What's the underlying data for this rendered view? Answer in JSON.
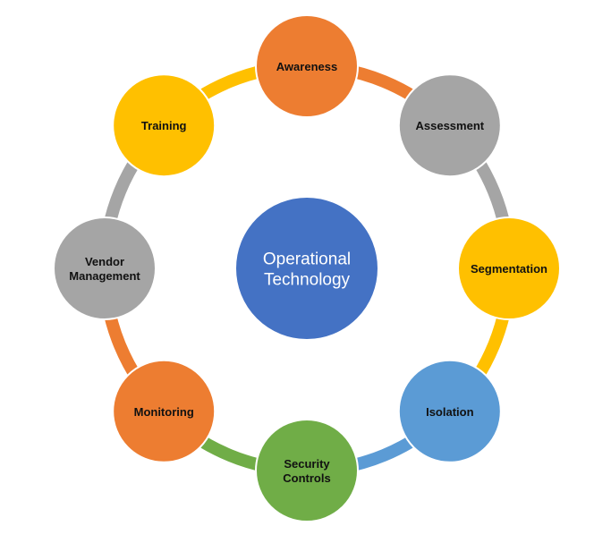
{
  "colors": {
    "orange": "#ED7D31",
    "gray": "#A5A5A5",
    "gold": "#FFC000",
    "blue": "#5B9BD5",
    "green": "#70AD47",
    "center_blue": "#4472C4",
    "node_outline": "#ffffff"
  },
  "center": {
    "lines": [
      "Operational",
      "Technology"
    ],
    "color": "#4472C4"
  },
  "nodes": [
    {
      "lines": [
        "Awareness"
      ],
      "color": "#ED7D31"
    },
    {
      "lines": [
        "Assessment"
      ],
      "color": "#A5A5A5"
    },
    {
      "lines": [
        "Segmentation"
      ],
      "color": "#FFC000"
    },
    {
      "lines": [
        "Isolation"
      ],
      "color": "#5B9BD5"
    },
    {
      "lines": [
        "Security",
        "Controls"
      ],
      "color": "#70AD47"
    },
    {
      "lines": [
        "Monitoring"
      ],
      "color": "#ED7D31"
    },
    {
      "lines": [
        "Vendor",
        "Management"
      ],
      "color": "#A5A5A5"
    },
    {
      "lines": [
        "Training"
      ],
      "color": "#FFC000"
    }
  ],
  "arcs": [
    {
      "from": "Awareness",
      "to": "Assessment",
      "color": "#ED7D31"
    },
    {
      "from": "Assessment",
      "to": "Segmentation",
      "color": "#A5A5A5"
    },
    {
      "from": "Segmentation",
      "to": "Isolation",
      "color": "#FFC000"
    },
    {
      "from": "Isolation",
      "to": "Security Controls",
      "color": "#5B9BD5"
    },
    {
      "from": "Security Controls",
      "to": "Monitoring",
      "color": "#70AD47"
    },
    {
      "from": "Monitoring",
      "to": "Vendor Management",
      "color": "#ED7D31"
    },
    {
      "from": "Vendor Management",
      "to": "Training",
      "color": "#A5A5A5"
    },
    {
      "from": "Training",
      "to": "Awareness",
      "color": "#FFC000"
    }
  ]
}
